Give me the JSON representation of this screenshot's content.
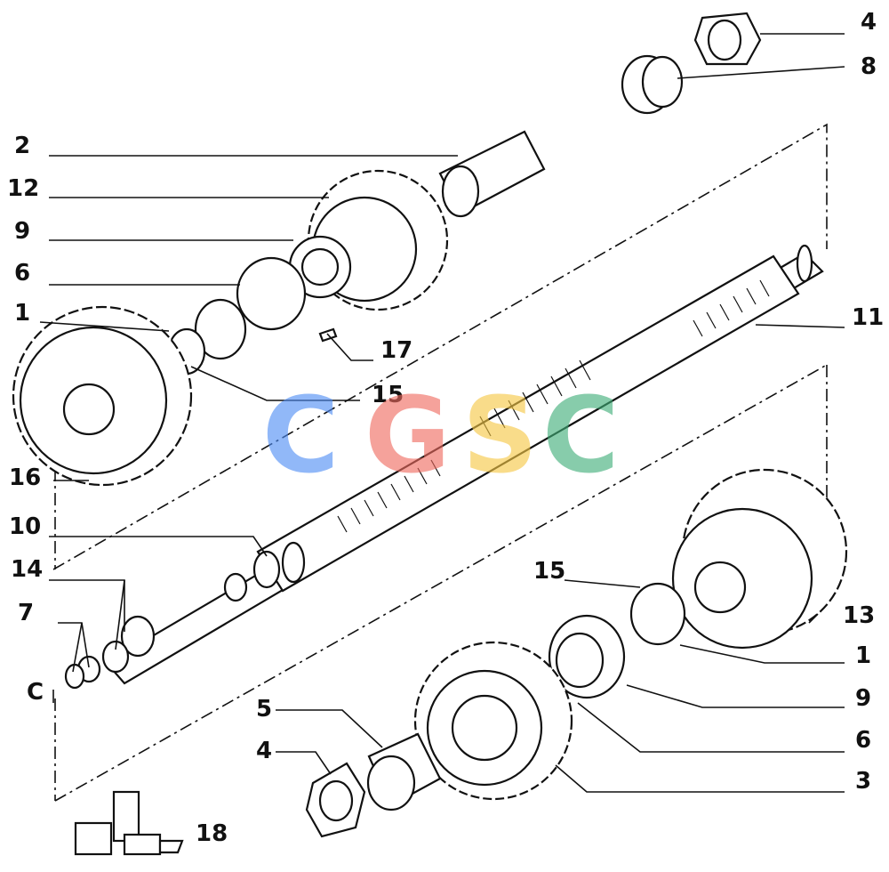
{
  "diagram": {
    "callouts": {
      "c4a": "4",
      "c8": "8",
      "c2": "2",
      "c12": "12",
      "c9a": "9",
      "c6a": "6",
      "c1a": "1",
      "c17": "17",
      "c15a": "15",
      "c16": "16",
      "c11": "11",
      "c10": "10",
      "c14": "14",
      "c7": "7",
      "cC": "C",
      "c15b": "15",
      "c13": "13",
      "c1b": "1",
      "c9b": "9",
      "c6b": "6",
      "c3": "3",
      "c5": "5",
      "c4b": "4",
      "c18": "18"
    },
    "watermark": {
      "letters": [
        "C",
        "G",
        "S",
        "C"
      ]
    },
    "colors": {
      "line": "#111111",
      "watermark_blue": "#4f8df5",
      "watermark_red": "#ef6a5f",
      "watermark_yellow": "#f6c744",
      "watermark_green": "#3fae78"
    }
  }
}
